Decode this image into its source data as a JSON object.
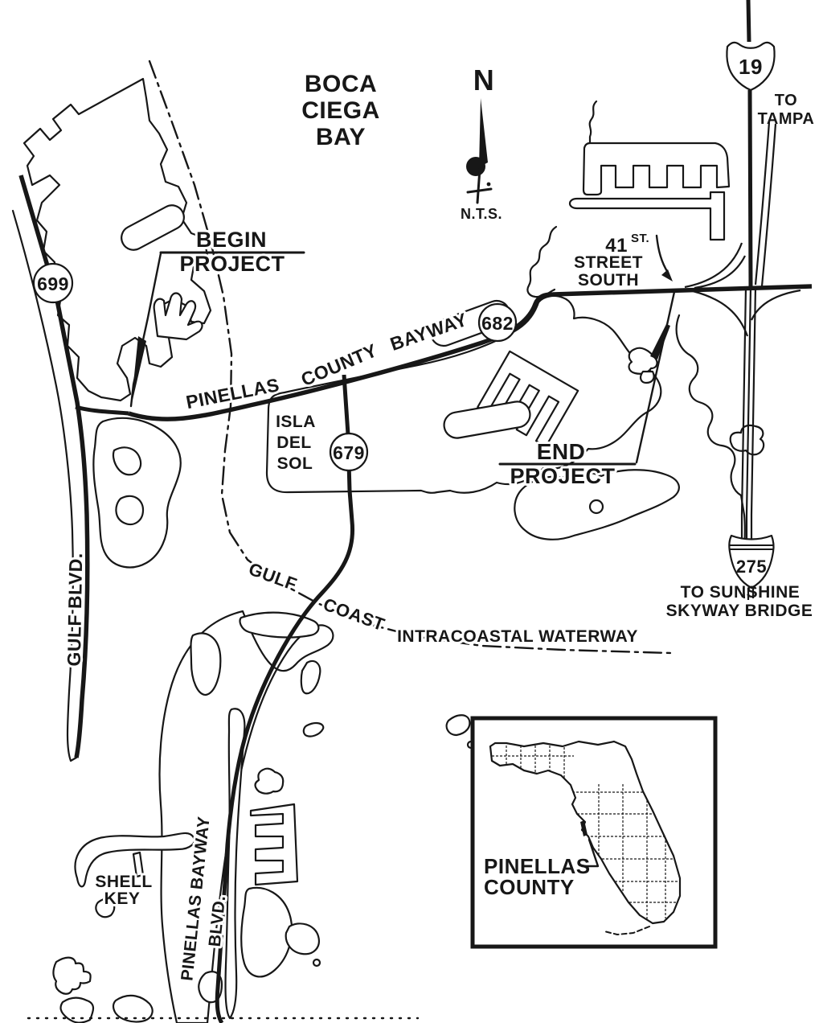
{
  "map_title": "Pinellas County Bayway project location map",
  "colors": {
    "ink": "#171717",
    "paper": "#ffffff"
  },
  "compass": {
    "north": "N",
    "scale_note": "N.T.S."
  },
  "water": {
    "bay_line1": "BOCA",
    "bay_line2": "CIEGA",
    "bay_line3": "BAY",
    "intracoastal": "INTRACOASTAL WATERWAY"
  },
  "project": {
    "begin_line1": "BEGIN",
    "begin_line2": "PROJECT",
    "end_line1": "END",
    "end_line2": "PROJECT"
  },
  "roads": {
    "bayway_word1": "PINELLAS",
    "bayway_word2": "COUNTY",
    "bayway_word3": "BAYWAY",
    "gulf_blvd": "GULF BLVD.",
    "gulf_coast_word1": "GULF",
    "gulf_coast_word2": "COAST",
    "pinellas_bayway": "PINELLAS BAYWAY",
    "pinellas_bayway_blvd": "BLVD.",
    "street41_num": "41",
    "street41_sup": "ST.",
    "street41_line2": "STREET",
    "street41_line3": "SOUTH"
  },
  "destinations": {
    "tampa_line1": "TO",
    "tampa_line2": "TAMPA",
    "skyway_line1": "TO SUNSHINE",
    "skyway_line2": "SKYWAY BRIDGE"
  },
  "places": {
    "isla_line1": "ISLA",
    "isla_line2": "DEL",
    "isla_line3": "SOL",
    "shell_line1": "SHELL",
    "shell_line2": "KEY"
  },
  "shields": {
    "sr699": "699",
    "sr682": "682",
    "sr679": "679",
    "us19": "19",
    "i275": "275"
  },
  "inset": {
    "label_line1": "PINELLAS",
    "label_line2": "COUNTY"
  }
}
